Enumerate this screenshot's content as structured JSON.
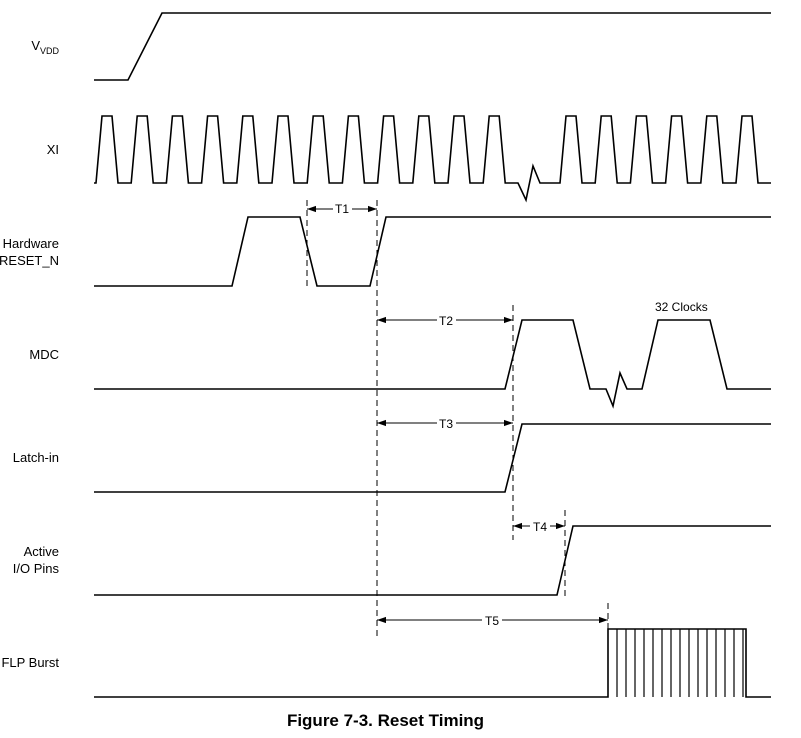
{
  "figure": {
    "caption": "Figure 7-3. Reset Timing"
  },
  "signals": {
    "vvdd": {
      "label_main": "V",
      "label_sub": "VDD"
    },
    "xi": {
      "label": "XI"
    },
    "reset": {
      "label_line1": "Hardware",
      "label_line2": "RESET_N"
    },
    "mdc": {
      "label": "MDC",
      "annotation": "32 Clocks"
    },
    "latch": {
      "label": "Latch-in"
    },
    "active": {
      "label_line1": "Active",
      "label_line2": "I/O Pins"
    },
    "flp": {
      "label": "FLP Burst"
    }
  },
  "timings": {
    "t1": "T1",
    "t2": "T2",
    "t3": "T3",
    "t4": "T4",
    "t5": "T5"
  }
}
